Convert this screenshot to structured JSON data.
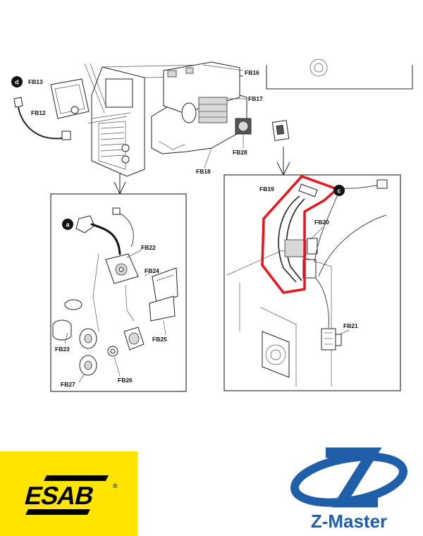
{
  "labels": {
    "fb12": "FB12",
    "fb13": "FB13",
    "fb16": "FB16",
    "fb17": "FB17",
    "fb18": "FB18",
    "fb19": "FB19",
    "fb20": "FB20",
    "fb21": "FB21",
    "fb22": "FB22",
    "fb23": "FB23",
    "fb24": "FB24",
    "fb25": "FB25",
    "fb26": "FB26",
    "fb27": "FB27",
    "fb28": "FB28"
  },
  "callouts": {
    "a": "a",
    "c": "c",
    "d": "d"
  },
  "logos": {
    "esab": "ESAB",
    "esab_registered": "®",
    "zmaster": "Z-Master"
  },
  "colors": {
    "highlight": "#e8141c",
    "esab_yellow": "#ffe500",
    "zmaster_blue": "#1f5ea8"
  }
}
